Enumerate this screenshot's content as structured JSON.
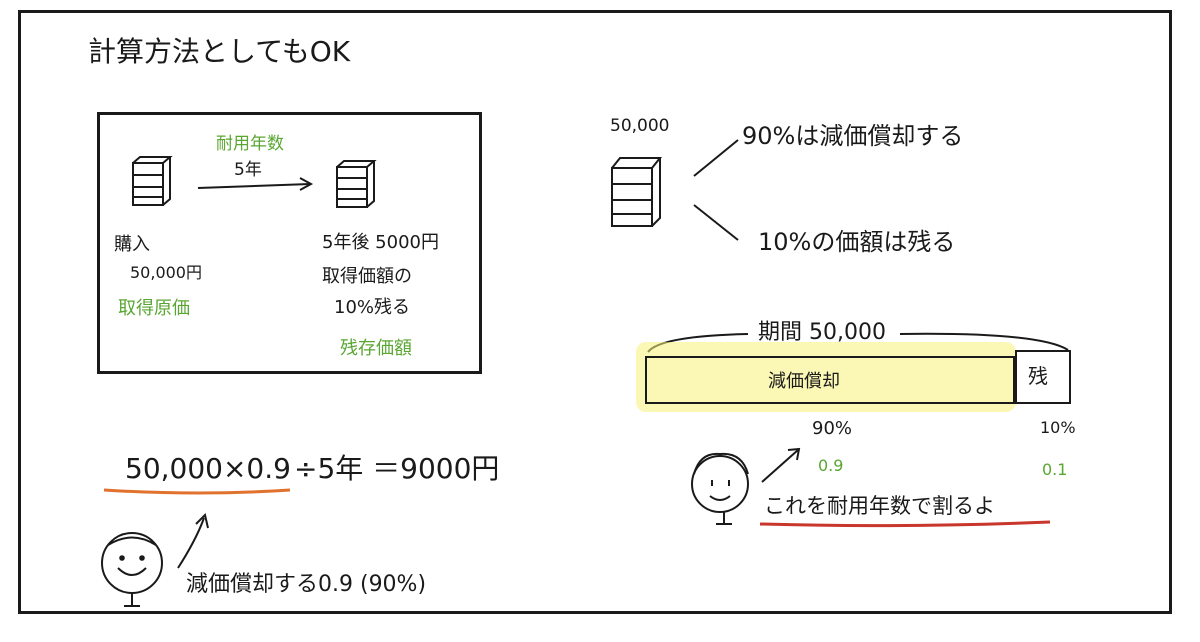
{
  "title": "計算方法としてもOK",
  "left_box": {
    "useful_life_label": "耐用年数",
    "useful_life_years": "5年",
    "purchase_label": "購入",
    "purchase_amount": "50,000円",
    "acquisition_cost_label": "取得原価",
    "after_label": "5年後 5000円",
    "remain_line1": "取得価額の",
    "remain_line2": "10%残る",
    "residual_label": "残存価額"
  },
  "formula": {
    "left": "50,000×0.9",
    "right": "÷5年 ＝9000円"
  },
  "bottom_note": "減価償却する0.9 (90%)",
  "right_top": {
    "amount": "50,000",
    "line1": "90%は減価償却する",
    "line2": "10%の価額は残る"
  },
  "bar": {
    "header": "期間 50,000",
    "main_label": "減価償却",
    "rest_label": "残",
    "pct_main": "90%",
    "pct_rest": "10%",
    "dec_main": "0.9",
    "dec_rest": "0.1",
    "main_fraction": 0.9
  },
  "right_note": "これを耐用年数で割るよ",
  "colors": {
    "ink": "#1a1a1a",
    "green": "#5aa632",
    "orange_underline": "#e0722e",
    "red_underline": "#c8362c",
    "highlight": "#f7f078"
  }
}
